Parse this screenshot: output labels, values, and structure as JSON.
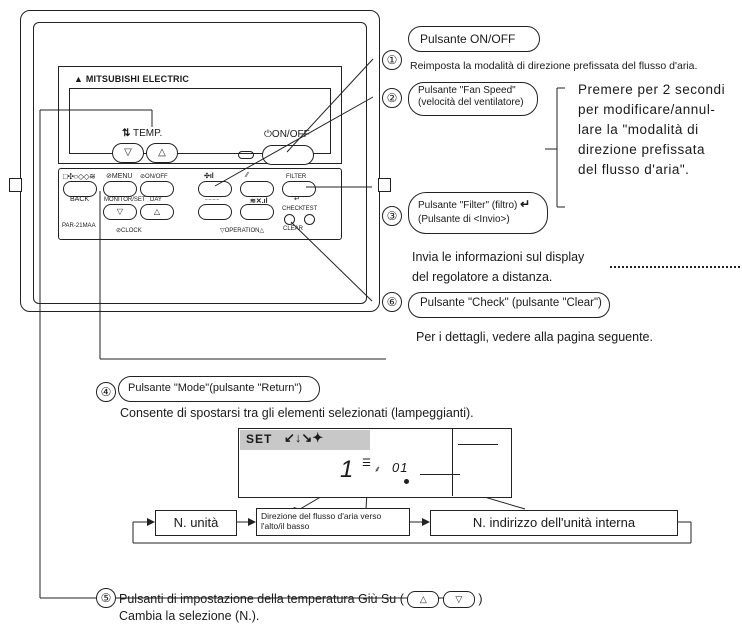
{
  "remote": {
    "brand": "MITSUBISHI ELECTRIC",
    "temp_label": "TEMP.",
    "onoff_label": "ON/OFF",
    "mode_icons": "□✣○◇◇≋",
    "menu_label": "MENU",
    "onoff_small_label": "ON/OFF",
    "back_label": "BACK",
    "monitor_label": "MONITOR/SET",
    "day_label": "DAY",
    "model_label": "PAR-21MAA",
    "clock_label": "CLOCK",
    "operation_label": "OPERATION",
    "filter_label": "FILTER",
    "check_label": "CHECK",
    "test_label": "TEST",
    "clear_label": "CLEAR"
  },
  "callouts": {
    "c1": {
      "number": "①",
      "title": "Pulsante ON/OFF",
      "desc": "Reimposta la modalità di direzione prefissata del flusso d'aria."
    },
    "c2": {
      "number": "②",
      "title_line1": "Pulsante \"Fan Speed\"",
      "title_line2": "(velocità del ventilatore)"
    },
    "c3": {
      "number": "③",
      "title_line1": "Pulsante \"Filter\" (filtro)",
      "title_line2": "(Pulsante di <Invio>)",
      "desc_line1": "Invia le informazioni sul display",
      "desc_line2": "del regolatore a distanza."
    },
    "c4": {
      "number": "④",
      "title": "Pulsante \"Mode\"(pulsante \"Return\")",
      "desc": "Consente di spostarsi tra gli elementi selezionati (lampeggianti)."
    },
    "c5": {
      "number": "⑤",
      "line1": "Pulsanti di impostazione della temperatura Giù Su (",
      "line1_end": ")",
      "line2": "Cambia la selezione (N.)."
    },
    "c6": {
      "number": "⑥",
      "title": "Pulsante \"Check\" (pulsante \"Clear\")",
      "desc": "Per i dettagli, vedere alla pagina seguente."
    }
  },
  "side_note": {
    "lines": [
      "Premere per 2 secondi",
      "per modificare/annul-",
      "lare la \"modalità di",
      "direzione prefissata",
      "del flusso d'aria\"."
    ]
  },
  "display": {
    "set_label": "SET",
    "unit_digit": "1",
    "address_digits": "01"
  },
  "flow": {
    "unit": "N. unità",
    "direction_line1": "Direzione del flusso d'aria verso",
    "direction_line2": "l'alto/il basso",
    "address": "N. indirizzo dell'unità interna"
  }
}
